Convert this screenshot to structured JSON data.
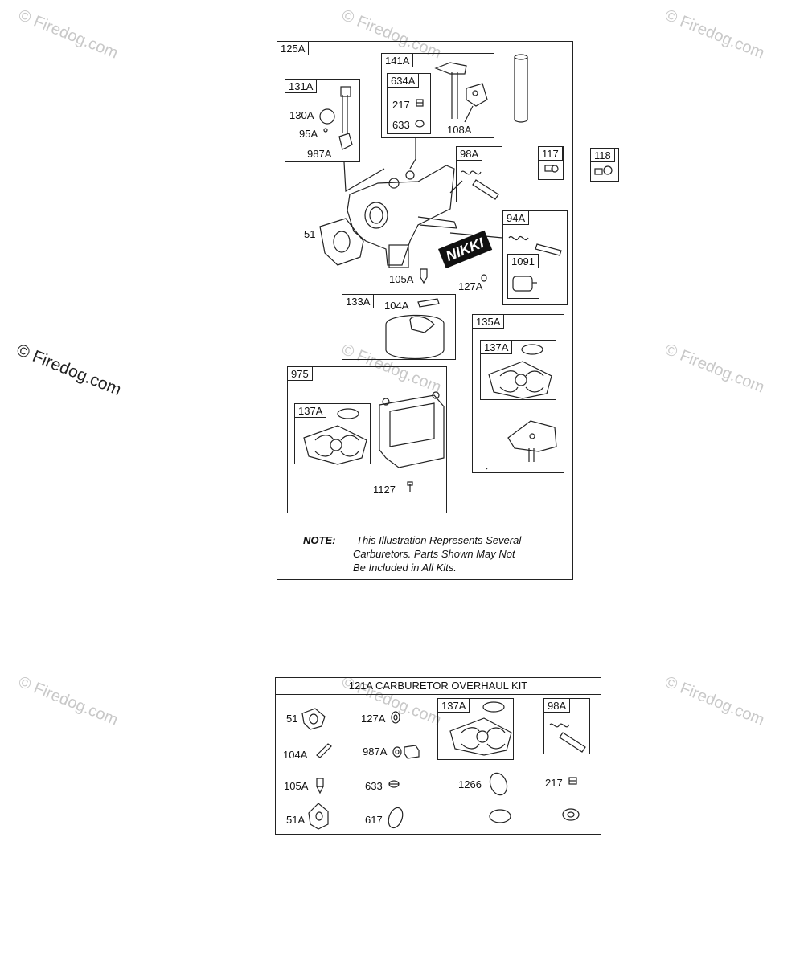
{
  "watermark": {
    "text": "© Firedog.com"
  },
  "assembly": {
    "main_tag": "125A",
    "boxes": {
      "b141A": {
        "tag": "141A"
      },
      "b634A": {
        "tag": "634A"
      },
      "b131A": {
        "tag": "131A"
      },
      "b98A": {
        "tag": "98A"
      },
      "b117": {
        "tag": "117"
      },
      "b118": {
        "tag": "118"
      },
      "b94A": {
        "tag": "94A"
      },
      "b1091": {
        "tag": "1091"
      },
      "b133A": {
        "tag": "133A"
      },
      "b135A": {
        "tag": "135A"
      },
      "b137A_r": {
        "tag": "137A"
      },
      "b975": {
        "tag": "975"
      },
      "b137A_l": {
        "tag": "137A"
      }
    },
    "labels": {
      "p217": "217",
      "p633": "633",
      "p108A": "108A",
      "p130A": "130A",
      "p95A": "95A",
      "p987A": "987A",
      "p51": "51",
      "p105A": "105A",
      "p127A": "127A",
      "p104A": "104A",
      "p1127": "1127",
      "nikki": "NIKKI"
    },
    "note": {
      "label": "NOTE:",
      "lines": [
        "This Illustration Represents Several",
        "Carburetors. Parts Shown May Not",
        "Be Included in All Kits."
      ]
    }
  },
  "kit": {
    "title": "121A CARBURETOR OVERHAUL KIT",
    "boxes": {
      "b137A": {
        "tag": "137A"
      },
      "b98A": {
        "tag": "98A"
      }
    },
    "labels": {
      "k51": "51",
      "k127A": "127A",
      "k104A": "104A",
      "k987A": "987A",
      "k105A": "105A",
      "k633": "633",
      "k1266": "1266",
      "k217": "217",
      "k51A": "51A",
      "k617": "617"
    }
  }
}
